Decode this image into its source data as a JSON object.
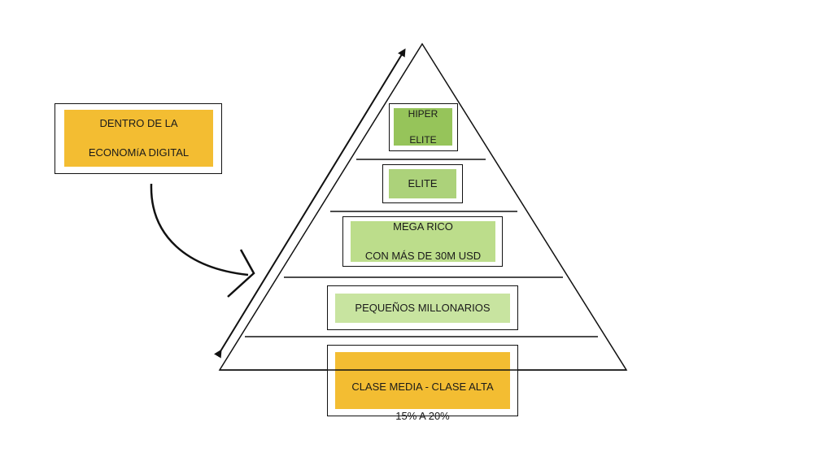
{
  "colors": {
    "orange": "#f3bd32",
    "hiper_elite_green": "#96c45a",
    "elite_green": "#acd27a",
    "mega_rico_green": "#bcdd8b",
    "pequenos_green": "#c8e4a0",
    "line": "#111111"
  },
  "side_label": {
    "line1": "DENTRO DE LA",
    "line2": "ECONOMíA DIGITAL"
  },
  "levels": {
    "hiper_elite": {
      "line1": "HIPER",
      "line2": "ELITE"
    },
    "elite": {
      "line1": "ELITE"
    },
    "mega_rico": {
      "line1": "MEGA RICO",
      "line2": "CON MÁS DE 30M USD"
    },
    "pequenos_millonarios": {
      "line1": "PEQUEÑOS MILLONARIOS"
    },
    "clase_media_alta": {
      "line1": "CLASE MEDIA - CLASE ALTA",
      "line2": "15% A 20%"
    }
  }
}
